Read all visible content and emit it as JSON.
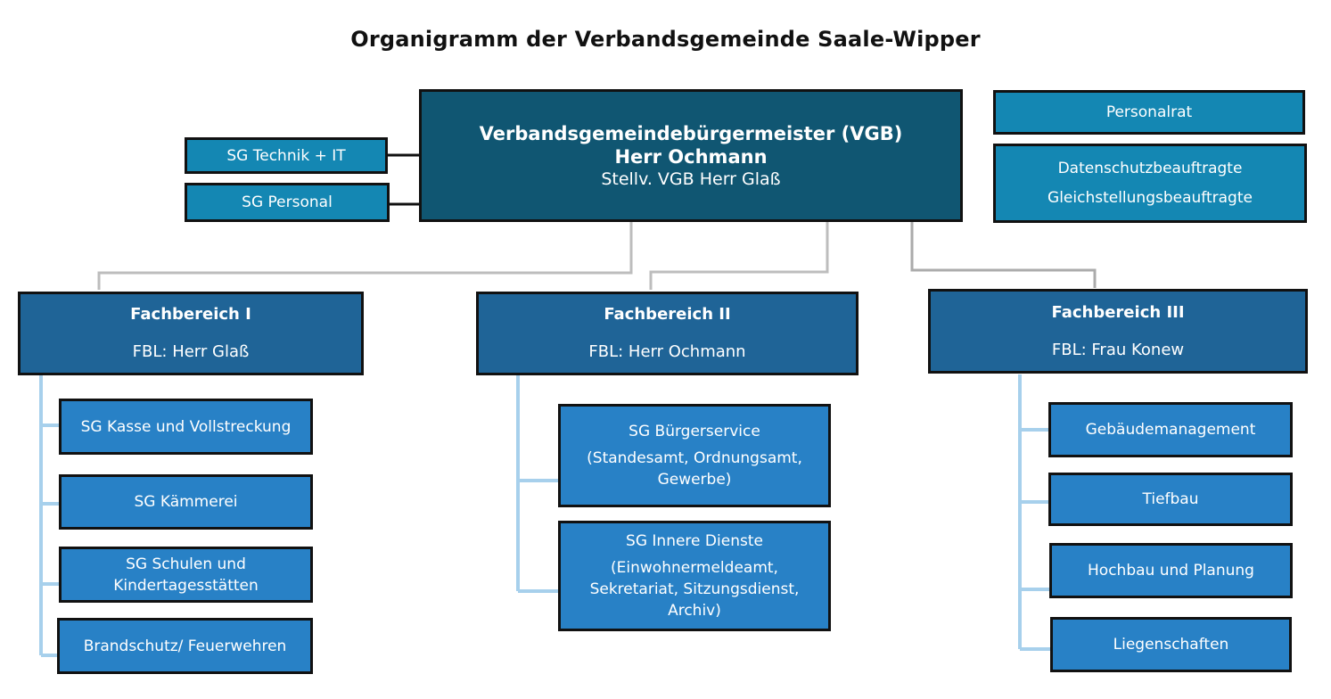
{
  "title": "Organigramm der Verbandsgemeinde Saale-Wipper",
  "leadership": {
    "line1": "Verbandsgemeindebürgermeister (VGB)",
    "line2": "Herr Ochmann",
    "line3": "Stellv. VGB Herr Glaß"
  },
  "staff_left": [
    {
      "label": "SG Technik + IT"
    },
    {
      "label": "SG Personal"
    }
  ],
  "staff_right": {
    "personalrat": "Personalrat",
    "officers": [
      "Datenschutzbeauftragte",
      "Gleichstellungsbeauftragte"
    ]
  },
  "departments": [
    {
      "name": "Fachbereich I",
      "head": "FBL:  Herr Glaß",
      "units": [
        {
          "lines": [
            "SG Kasse und Vollstreckung"
          ]
        },
        {
          "lines": [
            "SG Kämmerei"
          ]
        },
        {
          "lines": [
            "SG Schulen und",
            "Kindertagesstätten"
          ]
        },
        {
          "lines": [
            "Brandschutz/ Feuerwehren"
          ]
        }
      ]
    },
    {
      "name": "Fachbereich II",
      "head": "FBL: Herr Ochmann",
      "units": [
        {
          "lines": [
            "SG Bürgerservice",
            "(Standesamt, Ordnungsamt,",
            "Gewerbe)"
          ]
        },
        {
          "lines": [
            "SG Innere Dienste",
            "(Einwohnermeldeamt,",
            "Sekretariat, Sitzungsdienst,",
            "Archiv)"
          ]
        }
      ]
    },
    {
      "name": "Fachbereich III",
      "head": "FBL: Frau Konew",
      "units": [
        {
          "lines": [
            "Gebäudemanagement"
          ]
        },
        {
          "lines": [
            "Tiefbau"
          ]
        },
        {
          "lines": [
            "Hochbau und Planung"
          ]
        },
        {
          "lines": [
            "Liegenschaften"
          ]
        }
      ]
    }
  ],
  "colors": {
    "leadership": "#105672",
    "staff": "#1487b3",
    "department": "#1f6497",
    "unit": "#2881c6",
    "connector_gray": "#b8b8b8",
    "connector_blue": "#a7d0ec",
    "connector_dark": "#111111"
  }
}
